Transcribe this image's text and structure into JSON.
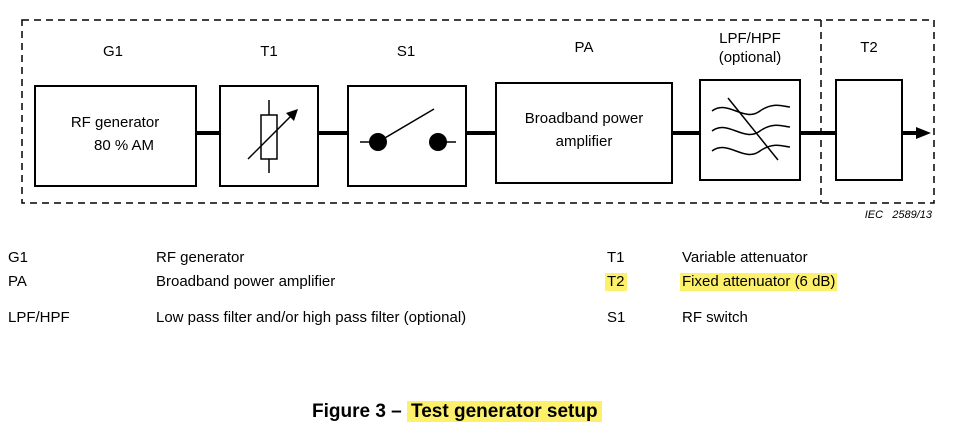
{
  "diagram": {
    "block_labels": {
      "g1": "G1",
      "t1": "T1",
      "s1": "S1",
      "pa": "PA",
      "filter_line1": "LPF/HPF",
      "filter_line2": "(optional)",
      "t2": "T2"
    },
    "rf_generator_line1": "RF generator",
    "rf_generator_line2": "80 % AM",
    "pa_line1": "Broadband power",
    "pa_line2": "amplifier",
    "reference": "IEC   2589/13"
  },
  "legend": [
    {
      "abbr": "G1",
      "desc": "RF generator"
    },
    {
      "abbr": "T1",
      "desc": "Variable attenuator"
    },
    {
      "abbr": "PA",
      "desc": "Broadband power amplifier"
    },
    {
      "abbr": "T2",
      "desc": "Fixed attenuator (6 dB)"
    },
    {
      "abbr": "LPF/HPF",
      "desc": "Low pass filter and/or high pass filter (optional)"
    },
    {
      "abbr": "S1",
      "desc": "RF switch"
    }
  ],
  "caption": {
    "prefix": "Figure 3 –",
    "title": "Test generator setup"
  },
  "colors": {
    "highlight": "#fdf06a",
    "line": "#000000"
  }
}
